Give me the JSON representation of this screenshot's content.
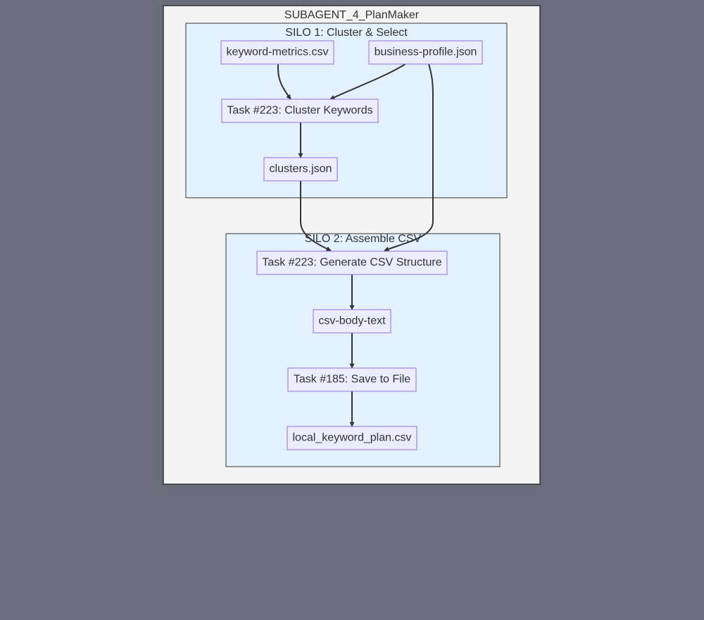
{
  "colors": {
    "page_background": "#6b6d7c",
    "outer_fill": "#f4f4f4",
    "outer_stroke": "#333333",
    "silo_fill": "#e3f0fd",
    "silo_stroke": "#333333",
    "node_fill": "#ececff",
    "node_stroke": "#9370db",
    "edge": "#333333",
    "text": "#333333"
  },
  "diagram": {
    "outer_label": "SUBAGENT_4_PlanMaker",
    "silos": [
      {
        "id": "silo1",
        "label": "SILO 1: Cluster & Select"
      },
      {
        "id": "silo2",
        "label": "SILO 2: Assemble CSV"
      }
    ],
    "nodes": [
      {
        "id": "n1",
        "label": "keyword-metrics.csv"
      },
      {
        "id": "n2",
        "label": "business-profile.json"
      },
      {
        "id": "n3",
        "label": "Task #223: Cluster Keywords"
      },
      {
        "id": "n4",
        "label": "clusters.json"
      },
      {
        "id": "n5",
        "label": "Task #223: Generate CSV Structure"
      },
      {
        "id": "n6",
        "label": "csv-body-text"
      },
      {
        "id": "n7",
        "label": "Task #185: Save to File"
      },
      {
        "id": "n8",
        "label": "local_keyword_plan.csv"
      }
    ],
    "edges": [
      {
        "from": "n1",
        "to": "n3"
      },
      {
        "from": "n2",
        "to": "n3"
      },
      {
        "from": "n3",
        "to": "n4"
      },
      {
        "from": "n4",
        "to": "n5"
      },
      {
        "from": "n2",
        "to": "n5"
      },
      {
        "from": "n5",
        "to": "n6"
      },
      {
        "from": "n6",
        "to": "n7"
      },
      {
        "from": "n7",
        "to": "n8"
      }
    ]
  }
}
